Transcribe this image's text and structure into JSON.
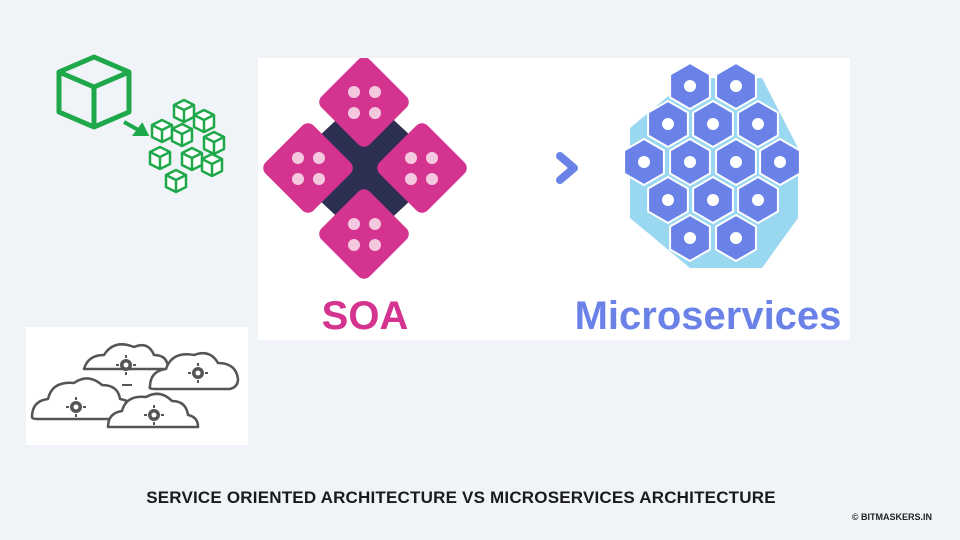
{
  "labels": {
    "soa": "SOA",
    "microservices": "Microservices"
  },
  "caption": "SERVICE ORIENTED ARCHITECTURE VS MICROSERVICES ARCHITECTURE",
  "copyright": "© BITMASKERS.IN",
  "colors": {
    "soa_pink": "#d4338f",
    "soa_dark": "#2c2f52",
    "hex_blue": "#6a82e8",
    "hex_halo": "#8fd3f0",
    "cube_green": "#1fa84a",
    "cloud_gray": "#555555"
  },
  "icons": [
    "monolith-cube-icon",
    "micro-cubes-icon",
    "cloud-gears-icon",
    "arrow-right-icon"
  ]
}
